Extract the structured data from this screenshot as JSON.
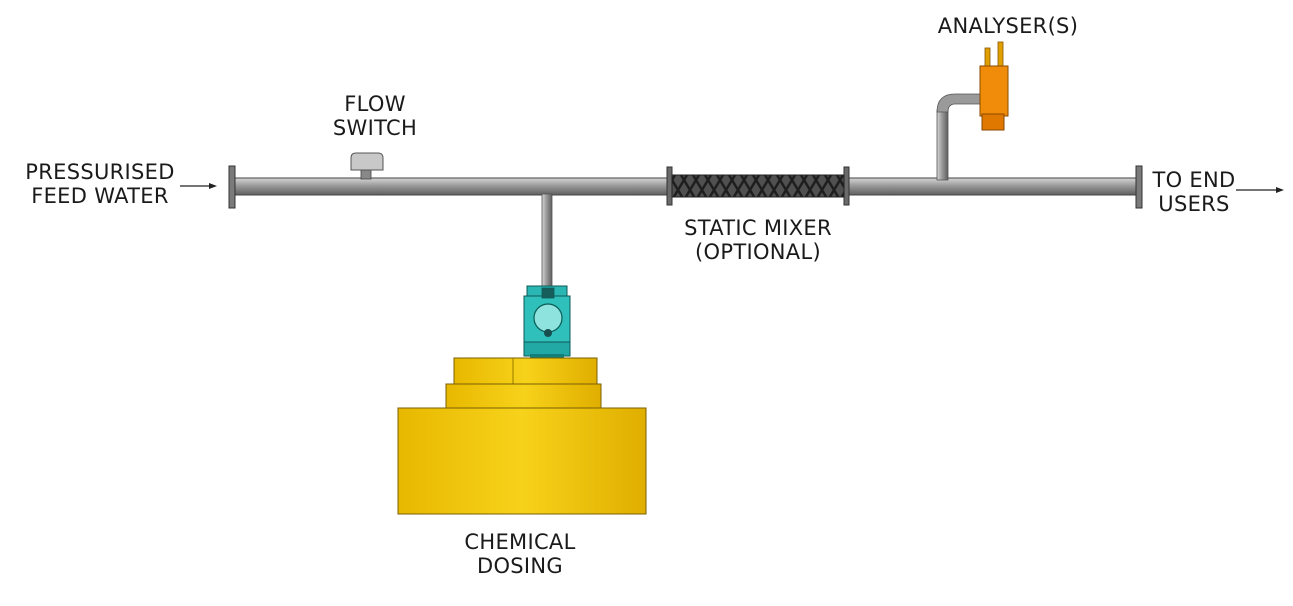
{
  "labels": {
    "feed": [
      "PRESSURISED",
      "FEED WATER"
    ],
    "flow_switch": [
      "FLOW",
      "SWITCH"
    ],
    "analysers": [
      "ANALYSER(S)"
    ],
    "static_mixer": [
      "STATIC MIXER",
      "(OPTIONAL)"
    ],
    "end_users": [
      "TO END",
      "USERS"
    ],
    "dosing": [
      "CHEMICAL",
      "DOSING"
    ]
  },
  "colors": {
    "pipe": "#8c8c8c",
    "tank": "#f2c20a",
    "pump": "#2ab7b3",
    "analyser": "#f08c0a",
    "switch": "#c8c8c8",
    "mixer": "#3a3a3a"
  }
}
